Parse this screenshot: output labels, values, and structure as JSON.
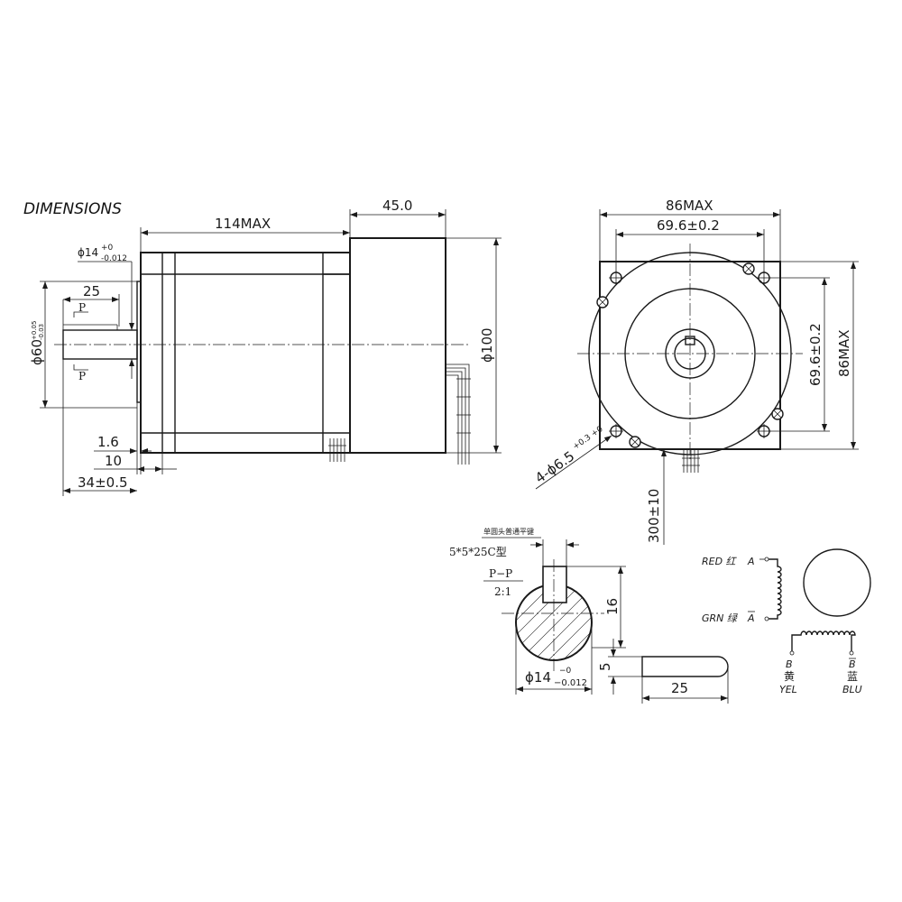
{
  "title": "DIMENSIONS",
  "side_view": {
    "shaft_dia": "ϕ14",
    "shaft_dia_tol_upper": "+0",
    "shaft_dia_tol_lower": "-0.012",
    "shaft_len": "25",
    "section_mark": "P",
    "pilot_dia": "ϕ60",
    "pilot_tol_upper": "+0.05",
    "pilot_tol_lower": "-0.03",
    "body_len": "114MAX",
    "encoder_len": "45.0",
    "encoder_dia": "ϕ100",
    "flange_1": "1.6",
    "flange_2": "10",
    "shaft_total": "34±0.5"
  },
  "front_view": {
    "width_max": "86MAX",
    "hole_spacing_h": "69.6±0.2",
    "hole_spacing_v": "69.6±0.2",
    "height_max": "86MAX",
    "holes": "4-ϕ6.5",
    "holes_tol": "+0.3 +0",
    "lead_len": "300±10"
  },
  "section": {
    "key_note_cn": "单圆头普通平键",
    "key_spec": "5*5*25C型",
    "label": "P−P",
    "scale": "2:1",
    "dia": "ϕ14",
    "dia_tol_upper": "−0",
    "dia_tol_lower": "−0.012",
    "flat_depth": "16",
    "key_width": "5",
    "key_len": "25"
  },
  "wiring": {
    "red_label": "RED 红",
    "red_phase": "A",
    "grn_label": "GRN 绿",
    "grn_phase": "A",
    "b_phase": "B",
    "yel_cn": "黄",
    "yel_label": "YEL",
    "bbar_phase": "B",
    "blu_cn": "蓝",
    "blu_label": "BLU"
  }
}
